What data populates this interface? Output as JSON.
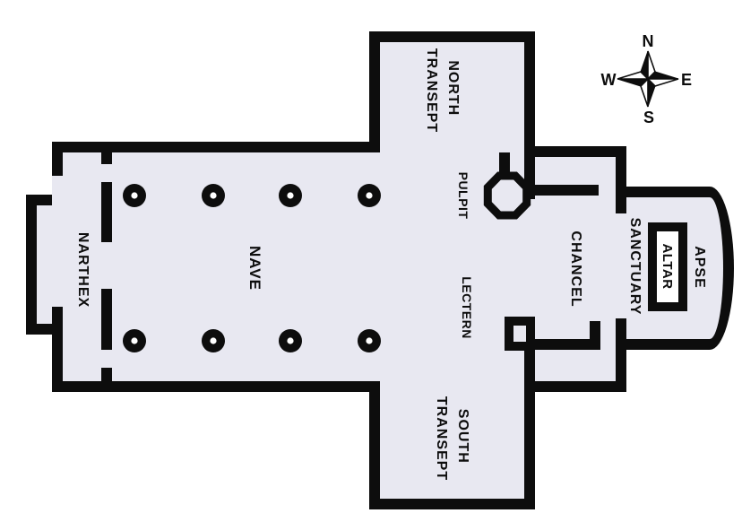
{
  "colors": {
    "wall": "#0d0d0d",
    "floor": "#e8e8f1",
    "altar_fill": "#ffffff",
    "background": "#ffffff"
  },
  "labels": {
    "north_transept": {
      "line1": "NORTH",
      "line2": "TRANSEPT"
    },
    "south_transept": {
      "line1": "SOUTH",
      "line2": "TRANSEPT"
    },
    "narthex": "NARTHEX",
    "nave": "NAVE",
    "pulpit": "PULPIT",
    "lectern": "LECTERN",
    "chancel": "CHANCEL",
    "sanctuary": "SANCTUARY",
    "apse": "APSE",
    "altar": "ALTAR"
  },
  "compass": {
    "n": "N",
    "e": "E",
    "s": "S",
    "w": "W"
  }
}
